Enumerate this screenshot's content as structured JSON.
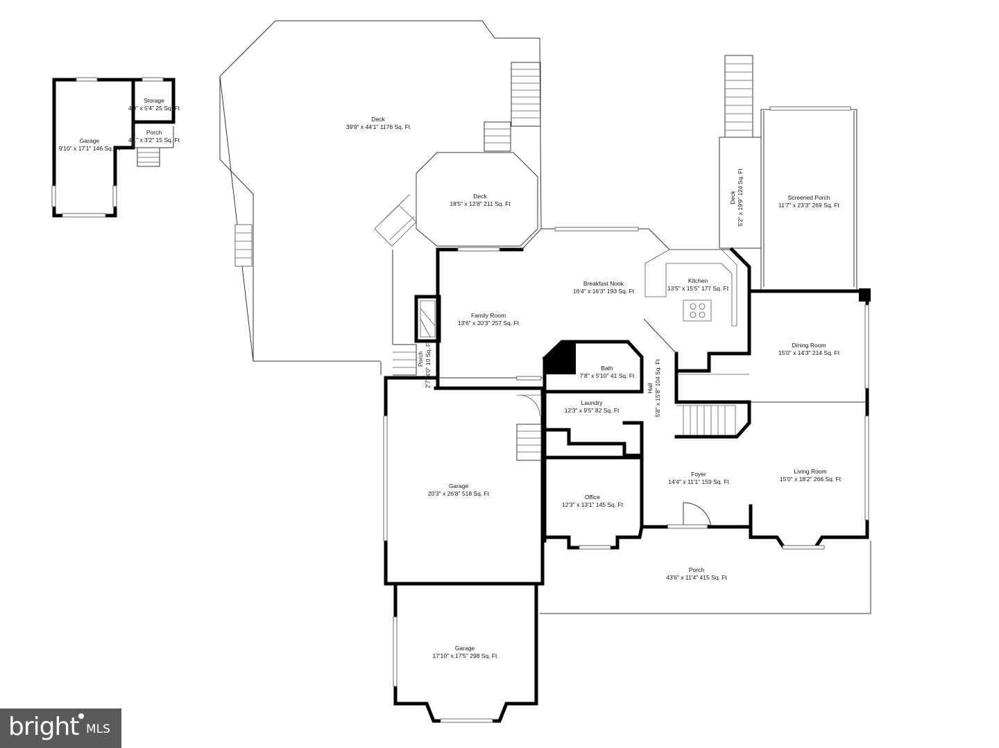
{
  "rooms": {
    "garage_small": {
      "name": "Garage",
      "dims": "9'10\" x 17'1\" 146 Sq. Ft"
    },
    "storage": {
      "name": "Storage",
      "dims": "4'9\" x 5'4\" 25 Sq. Ft"
    },
    "porch_small": {
      "name": "Porch",
      "dims": "4'1\" x 3'2\" 15 Sq. Ft"
    },
    "deck_large": {
      "name": "Deck",
      "dims": "39'9\" x 44'1\" 1176 Sq. Ft"
    },
    "deck_mid": {
      "name": "Deck",
      "dims": "18'5\" x 12'8\" 211 Sq. Ft"
    },
    "deck_side": {
      "name": "Deck",
      "dims": "5'2\" x 19'9\" 124 Sq. Ft"
    },
    "screened_porch": {
      "name": "Screened Porch",
      "dims": "11'7\" x 23'3\" 269 Sq. Ft"
    },
    "breakfast_nook": {
      "name": "Breakfast Nook",
      "dims": "16'4\" x 16'3\" 193 Sq. Ft"
    },
    "kitchen": {
      "name": "Kitchen",
      "dims": "13'5\" x 15'5\" 177 Sq. Ft"
    },
    "family_room": {
      "name": "Family Room",
      "dims": "13'6\" x 20'3\" 257 Sq. Ft"
    },
    "porch_back": {
      "name": "Porch",
      "dims": "4'0\" 10 Sq. Ft"
    },
    "bath": {
      "name": "Bath",
      "dims": "7'8\" x 5'10\" 41 Sq. Ft"
    },
    "dining_room": {
      "name": "Dining Room",
      "dims": "15'0\" x 14'3\" 214 Sq. Ft"
    },
    "laundry": {
      "name": "Laundry",
      "dims": "12'3\" x 9'5\" 82 Sq. Ft"
    },
    "hall": {
      "name": "Hall",
      "dims": "5'8\" x 15'8\" 104 Sq. Ft"
    },
    "garage_main": {
      "name": "Garage",
      "dims": "20'3\" x 26'8\" 518 Sq. Ft"
    },
    "foyer": {
      "name": "Foyer",
      "dims": "14'4\" x 11'1\" 159 Sq. Ft"
    },
    "living_room": {
      "name": "Living Room",
      "dims": "15'0\" x 18'2\" 266 Sq. Ft"
    },
    "office": {
      "name": "Office",
      "dims": "12'3\" x 13'1\" 145 Sq. Ft"
    },
    "porch_front": {
      "name": "Porch",
      "dims": "43'6\" x 11'4\" 415 Sq. Ft"
    },
    "garage_lower": {
      "name": "Garage",
      "dims": "17'10\" x 17'5\" 298 Sq. Ft"
    }
  },
  "dimension_note": "2'7\"",
  "logo": {
    "brand": "bright",
    "suffix": "MLS"
  }
}
